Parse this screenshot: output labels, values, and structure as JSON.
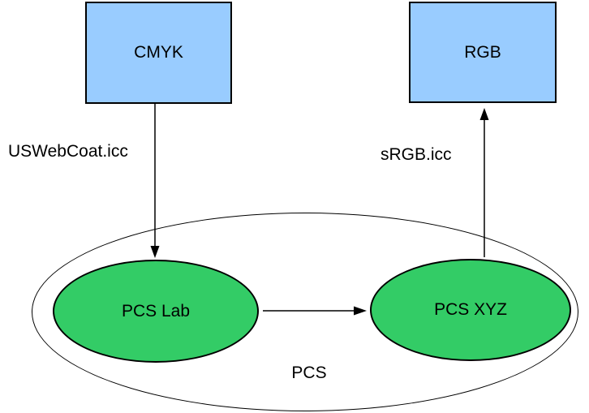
{
  "diagram": {
    "nodes": {
      "cmyk": {
        "label": "CMYK",
        "shape": "rectangle",
        "fill": "#99ccff"
      },
      "rgb": {
        "label": "RGB",
        "shape": "rectangle",
        "fill": "#99ccff"
      },
      "pcs_lab": {
        "label": "PCS Lab",
        "shape": "ellipse",
        "fill": "#33cc66"
      },
      "pcs_xyz": {
        "label": "PCS XYZ",
        "shape": "ellipse",
        "fill": "#33cc66"
      },
      "pcs_container": {
        "label": "PCS",
        "shape": "ellipse",
        "fill": "#ffffff"
      }
    },
    "edges": [
      {
        "from": "cmyk",
        "to": "pcs_lab",
        "label": "USWebCoat.icc",
        "direction": "down"
      },
      {
        "from": "pcs_lab",
        "to": "pcs_xyz",
        "label": "",
        "direction": "right"
      },
      {
        "from": "pcs_xyz",
        "to": "rgb",
        "label": "sRGB.icc",
        "direction": "up"
      }
    ],
    "colors": {
      "box_fill": "#99ccff",
      "ellipse_fill": "#33cc66",
      "outline": "#000000",
      "text": "#000000",
      "background": "#ffffff"
    }
  }
}
